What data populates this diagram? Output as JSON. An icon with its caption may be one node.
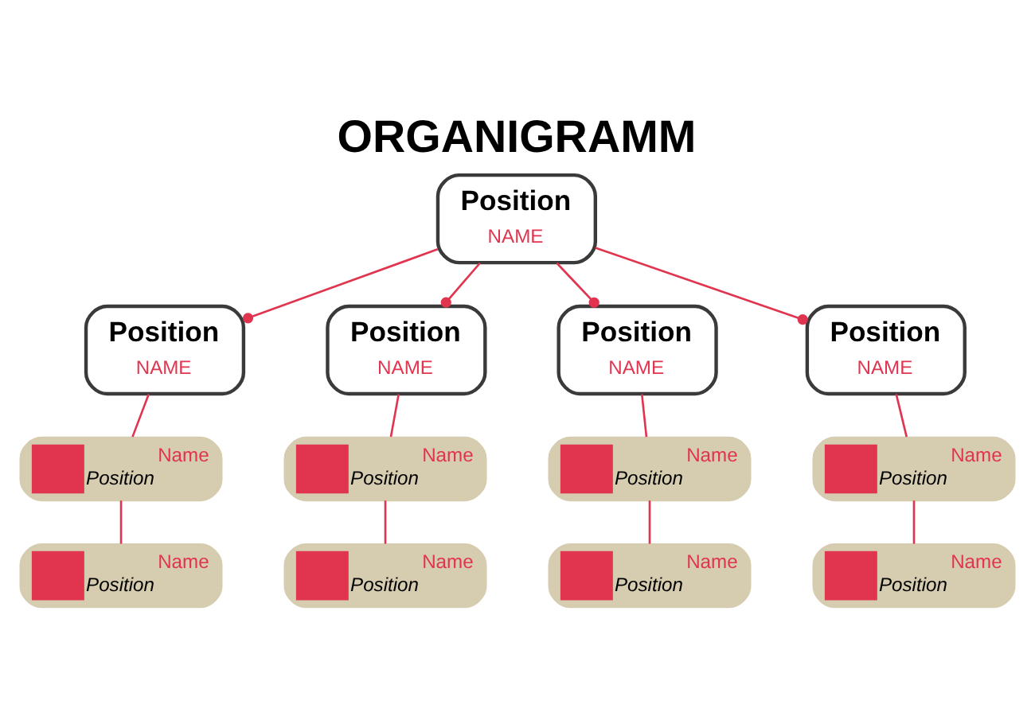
{
  "diagram": {
    "title": "ORGANIGRAMM",
    "nodes": [
      {
        "text": [
          "Position",
          "NAME"
        ]
      },
      {
        "text": [
          "Position",
          "NAME"
        ]
      },
      {
        "text": [
          "Position",
          "NAME"
        ]
      },
      {
        "text": [
          "Position",
          "NAME"
        ]
      },
      {
        "text": [
          "Position",
          "NAME"
        ]
      },
      {
        "text": [
          "Name",
          "Position"
        ]
      },
      {
        "text": [
          "Name",
          "Position"
        ]
      },
      {
        "text": [
          "Name",
          "Position"
        ]
      },
      {
        "text": [
          "Name",
          "Position"
        ]
      },
      {
        "text": [
          "Name",
          "Position"
        ]
      },
      {
        "text": [
          "Name",
          "Position"
        ]
      },
      {
        "text": [
          "Name",
          "Position"
        ]
      },
      {
        "text": [
          "Name",
          "Position"
        ]
      }
    ],
    "edges": [
      {
        "from": 0,
        "to": 1,
        "arrow": "other"
      },
      {
        "from": 0,
        "to": 2,
        "arrow": "other"
      },
      {
        "from": 0,
        "to": 3,
        "arrow": "other"
      },
      {
        "from": 0,
        "to": 4,
        "arrow": "other"
      },
      {
        "from": 1,
        "to": 5,
        "arrow": "none"
      },
      {
        "from": 5,
        "to": 6,
        "arrow": "none"
      },
      {
        "from": 2,
        "to": 7,
        "arrow": "none"
      },
      {
        "from": 7,
        "to": 8,
        "arrow": "none"
      },
      {
        "from": 3,
        "to": 9,
        "arrow": "none"
      },
      {
        "from": 9,
        "to": 10,
        "arrow": "none"
      },
      {
        "from": 4,
        "to": 11,
        "arrow": "none"
      },
      {
        "from": 11,
        "to": 12,
        "arrow": "none"
      }
    ]
  }
}
